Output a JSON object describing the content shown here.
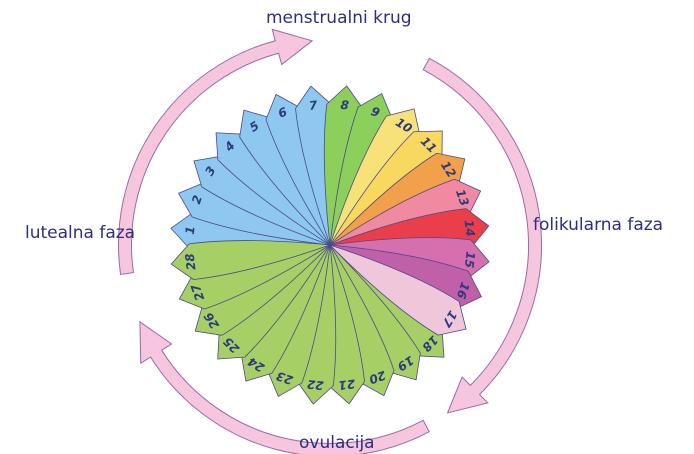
{
  "title": "menstrualni krug",
  "phases": {
    "luteal": "lutealna faza",
    "follicular": "folikularna faza",
    "ovulation": "ovulacija"
  },
  "days": [
    {
      "label": "1",
      "color": "#8ec8f0"
    },
    {
      "label": "2",
      "color": "#8ec8f0"
    },
    {
      "label": "3",
      "color": "#8ec8f0"
    },
    {
      "label": "4",
      "color": "#8ec8f0"
    },
    {
      "label": "5",
      "color": "#8ec8f0"
    },
    {
      "label": "6",
      "color": "#8ec8f0"
    },
    {
      "label": "7",
      "color": "#8ec8f0"
    },
    {
      "label": "8",
      "color": "#8ccf5a"
    },
    {
      "label": "9",
      "color": "#8ccf5a"
    },
    {
      "label": "10",
      "color": "#f7e27a"
    },
    {
      "label": "11",
      "color": "#f9d860"
    },
    {
      "label": "12",
      "color": "#f3a04a"
    },
    {
      "label": "13",
      "color": "#ef8aa0"
    },
    {
      "label": "14",
      "color": "#ea3e4a"
    },
    {
      "label": "15",
      "color": "#d66fae"
    },
    {
      "label": "16",
      "color": "#c060a8"
    },
    {
      "label": "17",
      "color": "#f0c6da"
    },
    {
      "label": "18",
      "color": "#a6d066"
    },
    {
      "label": "19",
      "color": "#a6d066"
    },
    {
      "label": "20",
      "color": "#a6d066"
    },
    {
      "label": "21",
      "color": "#a6d066"
    },
    {
      "label": "22",
      "color": "#a6d066"
    },
    {
      "label": "23",
      "color": "#a6d066"
    },
    {
      "label": "24",
      "color": "#a6d066"
    },
    {
      "label": "25",
      "color": "#a6d066"
    },
    {
      "label": "26",
      "color": "#a6d066"
    },
    {
      "label": "27",
      "color": "#a6d066"
    },
    {
      "label": "28",
      "color": "#a6d066"
    }
  ],
  "colors": {
    "arrow_fill": "#f6c6de",
    "arrow_stroke": "#9a6aa8",
    "label_text": "#2e2e7e",
    "center_green": "#6cc23e",
    "center_blue": "#4a90d0"
  }
}
